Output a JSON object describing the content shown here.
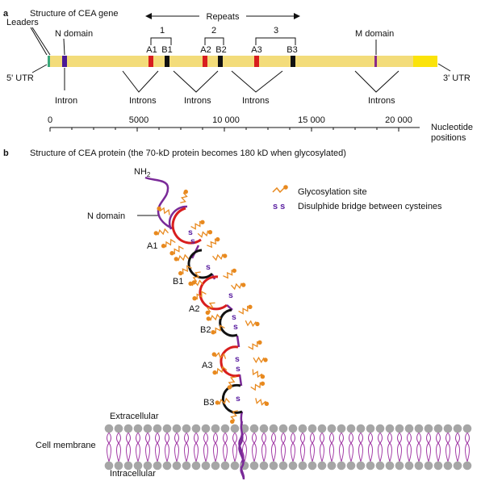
{
  "panel_a": {
    "letter": "a",
    "title": "Structure of CEA gene",
    "leaders": "Leaders",
    "n_domain": "N domain",
    "m_domain": "M domain",
    "repeats": "Repeats",
    "repeat_numbers": [
      "1",
      "2",
      "3"
    ],
    "exon_labels": [
      "A1",
      "B1",
      "A2",
      "B2",
      "A3",
      "B3"
    ],
    "utr5": "5' UTR",
    "utr3": "3' UTR",
    "intron": "Intron",
    "introns": "Introns",
    "axis_ticks": [
      "0",
      "5000",
      "10 000",
      "15 000",
      "20 000"
    ],
    "axis_label_1": "Nucleotide",
    "axis_label_2": "positions",
    "colors": {
      "gene_bar": "#f3dc7a",
      "utr3_block": "#fbe30a",
      "a_exon": "#d81e1e",
      "b_exon": "#111111",
      "n_exon": "#4a1a96",
      "leader": "#3aa87a",
      "m_exon": "#8a2a8a"
    }
  },
  "panel_b": {
    "letter": "b",
    "title": "Structure of CEA protein (the 70-kD protein becomes 180 kD when glycosylated)",
    "nh2": "NH",
    "nh2_sub": "2",
    "n_domain": "N domain",
    "legend_glyco": "Glycosylation site",
    "legend_ss_symbol": "s s",
    "legend_disulphide": "Disulphide bridge between cysteines",
    "domain_labels": [
      "A1",
      "B1",
      "A2",
      "B2",
      "A3",
      "B3"
    ],
    "ss": "s",
    "extracellular": "Extracellular",
    "cell_membrane": "Cell membrane",
    "intracellular": "Intracellular",
    "colors": {
      "backbone": "#7a2a98",
      "a_domain": "#d81e1e",
      "b_domain": "#111111",
      "glyco": "#e8891e",
      "membrane_head": "#a6a6a6",
      "membrane_tail": "#a23aa6",
      "ss_text": "#5a1fa0"
    }
  }
}
